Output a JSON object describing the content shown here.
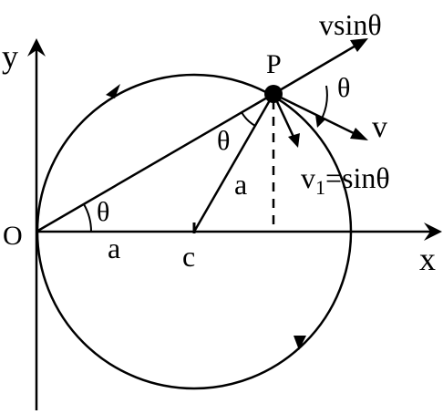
{
  "labels": {
    "y_axis": "y",
    "x_axis": "x",
    "origin": "O",
    "point_p": "P",
    "center": "c",
    "radius_horizontal": "a",
    "radius_cp": "a",
    "angle_origin": "θ",
    "angle_at_p": "θ",
    "angle_velocity": "θ",
    "velocity_radial": "vsinθ",
    "velocity": "v",
    "velocity_v1_main": "v",
    "velocity_v1_sub": "1",
    "velocity_v1_rest": "=sinθ"
  },
  "colors": {
    "stroke": "#000000",
    "background": "#ffffff"
  }
}
